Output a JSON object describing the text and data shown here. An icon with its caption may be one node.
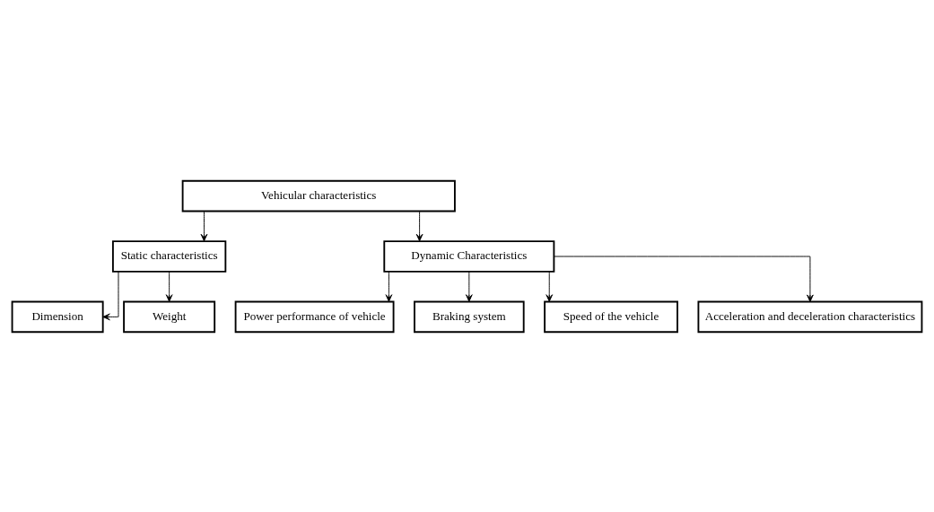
{
  "diagram": {
    "nodes": [
      {
        "text": [
          "Vehicular characteristics"
        ]
      },
      {
        "text": [
          "Static characteristics"
        ]
      },
      {
        "text": [
          "Dynamic Characteristics"
        ]
      },
      {
        "text": [
          "Dimension"
        ]
      },
      {
        "text": [
          "Weight"
        ]
      },
      {
        "text": [
          "Power performance of vehicle"
        ]
      },
      {
        "text": [
          "Braking system"
        ]
      },
      {
        "text": [
          "Speed of the vehicle"
        ]
      },
      {
        "text": [
          "Acceleration and deceleration characteristics"
        ]
      }
    ],
    "edges": [
      {
        "from": 0,
        "to": 1,
        "arrow": "to"
      },
      {
        "from": 0,
        "to": 2,
        "arrow": "to"
      },
      {
        "from": 1,
        "to": 3,
        "arrow": "to"
      },
      {
        "from": 1,
        "to": 4,
        "arrow": "to"
      },
      {
        "from": 2,
        "to": 5,
        "arrow": "to"
      },
      {
        "from": 2,
        "to": 6,
        "arrow": "to"
      },
      {
        "from": 2,
        "to": 7,
        "arrow": "to"
      },
      {
        "from": 2,
        "to": 8,
        "arrow": "to"
      }
    ]
  }
}
